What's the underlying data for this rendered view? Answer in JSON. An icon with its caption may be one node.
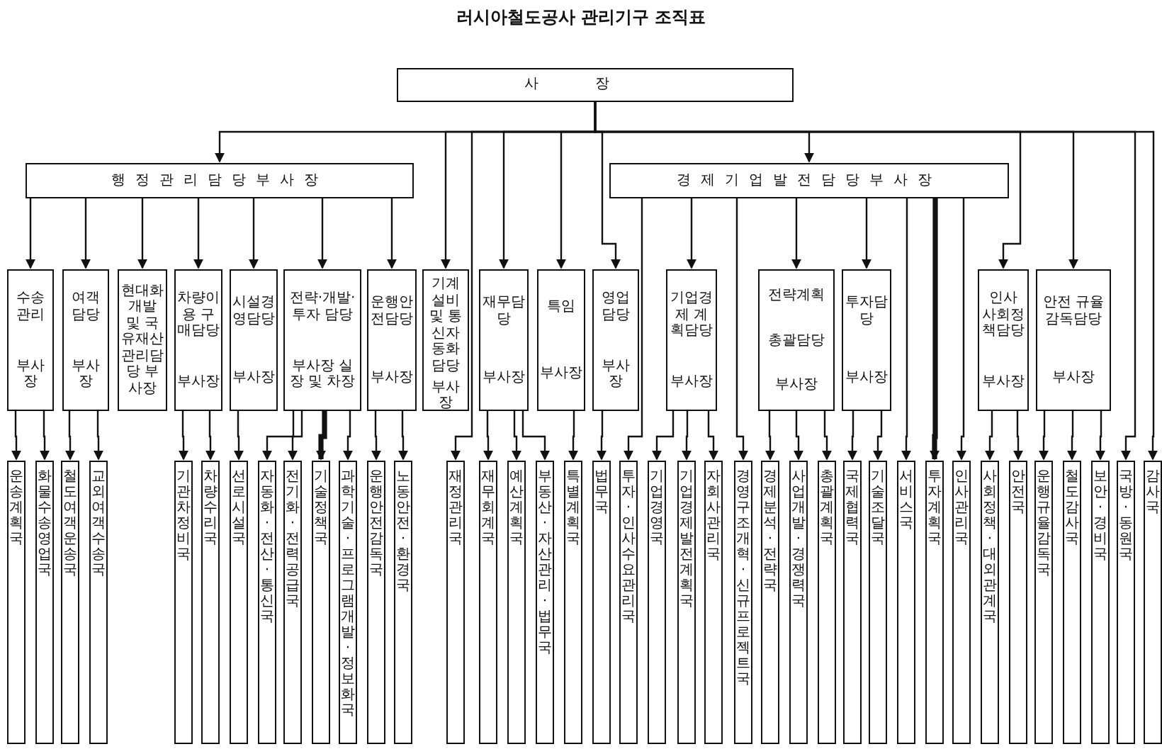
{
  "diagram": {
    "title": "러시아철도공사 관리기구 조직표",
    "nodes": [
      {
        "text": [
          "사장"
        ]
      },
      {
        "text": [
          "행정관리담당부사장"
        ]
      },
      {
        "text": [
          "경제기업발전담당부사장"
        ]
      },
      {
        "text": [
          "수송관리",
          "부사장"
        ]
      },
      {
        "text": [
          "여객담당",
          "부사장"
        ]
      },
      {
        "text": [
          "현대화개발 및 국유재산 관리담당 부사장"
        ]
      },
      {
        "text": [
          "차량이용 구매담당",
          "부사장"
        ]
      },
      {
        "text": [
          "시설경영담당",
          "부사장"
        ]
      },
      {
        "text": [
          "전략·개발·투자 담당",
          "부사장 실장 및 차장"
        ]
      },
      {
        "text": [
          "운행안전담당",
          "부사장"
        ]
      },
      {
        "text": [
          "기계설비 및 통신자동화 담당",
          "부사장"
        ]
      },
      {
        "text": [
          "재무담당",
          "부사장"
        ]
      },
      {
        "text": [
          "특임",
          "부사장"
        ]
      },
      {
        "text": [
          "영업담당",
          "부사장"
        ]
      },
      {
        "text": [
          "기업경제 계획담당",
          "부사장"
        ]
      },
      {
        "text": [
          "전략계획",
          "총괄담당",
          "부사장"
        ]
      },
      {
        "text": [
          "투자담당",
          "부사장"
        ]
      },
      {
        "text": [
          "인사 사회정책담당",
          "부사장"
        ]
      },
      {
        "text": [
          "안전 규율감독담당",
          "부사장"
        ]
      },
      {
        "text": [
          "운송계획국"
        ]
      },
      {
        "text": [
          "화물수송영업국"
        ]
      },
      {
        "text": [
          "철도여객운송국"
        ]
      },
      {
        "text": [
          "교외여객수송국"
        ]
      },
      {
        "text": [
          "기관차정비국"
        ]
      },
      {
        "text": [
          "차량수리국"
        ]
      },
      {
        "text": [
          "선로시설국"
        ]
      },
      {
        "text": [
          "자동화·전산·통신국"
        ]
      },
      {
        "text": [
          "전기화·전력공급국"
        ]
      },
      {
        "text": [
          "기술정책국"
        ]
      },
      {
        "text": [
          "과학기술·프로그램개발·정보화국"
        ]
      },
      {
        "text": [
          "운행안전감독국"
        ]
      },
      {
        "text": [
          "노동안전·환경국"
        ]
      },
      {
        "text": [
          "재정관리국"
        ]
      },
      {
        "text": [
          "재무회계국"
        ]
      },
      {
        "text": [
          "예산계획국"
        ]
      },
      {
        "text": [
          "부동산·자산관리·법무국"
        ]
      },
      {
        "text": [
          "특별계획국"
        ]
      },
      {
        "text": [
          "법무국"
        ]
      },
      {
        "text": [
          "투자·인사수요관리국"
        ]
      },
      {
        "text": [
          "기업경영국"
        ]
      },
      {
        "text": [
          "기업경제발전계획국"
        ]
      },
      {
        "text": [
          "자회사관리국"
        ]
      },
      {
        "text": [
          "경영구조개혁·신규프로젝트국"
        ]
      },
      {
        "text": [
          "경제분석·전략국"
        ]
      },
      {
        "text": [
          "사업개발·경쟁력국"
        ]
      },
      {
        "text": [
          "총괄계획국"
        ]
      },
      {
        "text": [
          "국제협력국"
        ]
      },
      {
        "text": [
          "기술조달국"
        ]
      },
      {
        "text": [
          "서비스국"
        ]
      },
      {
        "text": [
          "투자계획국"
        ]
      },
      {
        "text": [
          "인사관리국"
        ]
      },
      {
        "text": [
          "사회정책·대외관계국"
        ]
      },
      {
        "text": [
          "안전국"
        ]
      },
      {
        "text": [
          "운행규율감독국"
        ]
      },
      {
        "text": [
          "철도감사국"
        ]
      },
      {
        "text": [
          "보안·경비국"
        ]
      },
      {
        "text": [
          "국방·동원국"
        ]
      },
      {
        "text": [
          "감사국"
        ]
      }
    ],
    "edges": [
      {
        "from": 0,
        "to": 1,
        "arrow": "to"
      },
      {
        "from": 0,
        "to": 2,
        "arrow": "to"
      },
      {
        "from": 0,
        "to": 10,
        "arrow": "to"
      },
      {
        "from": 0,
        "to": 11,
        "arrow": "to"
      },
      {
        "from": 0,
        "to": 12,
        "arrow": "to"
      },
      {
        "from": 0,
        "to": 13,
        "arrow": "to"
      },
      {
        "from": 0,
        "to": 17,
        "arrow": "to"
      },
      {
        "from": 0,
        "to": 18,
        "arrow": "to"
      },
      {
        "from": 0,
        "to": 32,
        "arrow": "to"
      },
      {
        "from": 0,
        "to": 56,
        "arrow": "to"
      },
      {
        "from": 0,
        "to": 57,
        "arrow": "to"
      },
      {
        "from": 1,
        "to": 3,
        "arrow": "to"
      },
      {
        "from": 1,
        "to": 4,
        "arrow": "to"
      },
      {
        "from": 1,
        "to": 5,
        "arrow": "to"
      },
      {
        "from": 1,
        "to": 6,
        "arrow": "to"
      },
      {
        "from": 1,
        "to": 7,
        "arrow": "to"
      },
      {
        "from": 1,
        "to": 8,
        "arrow": "to"
      },
      {
        "from": 1,
        "to": 9,
        "arrow": "to"
      },
      {
        "from": 2,
        "to": 14,
        "arrow": "to"
      },
      {
        "from": 2,
        "to": 15,
        "arrow": "to"
      },
      {
        "from": 2,
        "to": 16,
        "arrow": "to"
      },
      {
        "from": 3,
        "to": 19,
        "arrow": "to"
      },
      {
        "from": 3,
        "to": 20,
        "arrow": "to"
      },
      {
        "from": 4,
        "to": 21,
        "arrow": "to"
      },
      {
        "from": 4,
        "to": 22,
        "arrow": "to"
      },
      {
        "from": 6,
        "to": 23,
        "arrow": "to"
      },
      {
        "from": 6,
        "to": 24,
        "arrow": "to"
      },
      {
        "from": 7,
        "to": 25,
        "arrow": "to"
      },
      {
        "from": 8,
        "to": 26,
        "arrow": "to"
      },
      {
        "from": 8,
        "to": 27,
        "arrow": "to"
      },
      {
        "from": 8,
        "to": 28,
        "arrow": "to",
        "style": "thick"
      },
      {
        "from": 8,
        "to": 29,
        "arrow": "to"
      },
      {
        "from": 9,
        "to": 30,
        "arrow": "to"
      },
      {
        "from": 9,
        "to": 31,
        "arrow": "to"
      },
      {
        "from": 11,
        "to": 33,
        "arrow": "to"
      },
      {
        "from": 11,
        "to": 34,
        "arrow": "to"
      },
      {
        "from": 11,
        "to": 35,
        "arrow": "to"
      },
      {
        "from": 12,
        "to": 36,
        "arrow": "to"
      },
      {
        "from": 13,
        "to": 37,
        "arrow": "to"
      },
      {
        "from": 2,
        "to": 38,
        "arrow": "to"
      },
      {
        "from": 14,
        "to": 39,
        "arrow": "to"
      },
      {
        "from": 14,
        "to": 40,
        "arrow": "to"
      },
      {
        "from": 14,
        "to": 41,
        "arrow": "to"
      },
      {
        "from": 2,
        "to": 42,
        "arrow": "to"
      },
      {
        "from": 15,
        "to": 43,
        "arrow": "to"
      },
      {
        "from": 15,
        "to": 44,
        "arrow": "to"
      },
      {
        "from": 15,
        "to": 45,
        "arrow": "to"
      },
      {
        "from": 16,
        "to": 46,
        "arrow": "to"
      },
      {
        "from": 16,
        "to": 47,
        "arrow": "to"
      },
      {
        "from": 2,
        "to": 48,
        "arrow": "to"
      },
      {
        "from": 2,
        "to": 49,
        "arrow": "to",
        "style": "thick"
      },
      {
        "from": 2,
        "to": 50,
        "arrow": "to"
      },
      {
        "from": 17,
        "to": 51,
        "arrow": "to"
      },
      {
        "from": 17,
        "to": 52,
        "arrow": "to"
      },
      {
        "from": 18,
        "to": 53,
        "arrow": "to"
      },
      {
        "from": 18,
        "to": 54,
        "arrow": "to"
      },
      {
        "from": 18,
        "to": 55,
        "arrow": "to"
      }
    ]
  }
}
